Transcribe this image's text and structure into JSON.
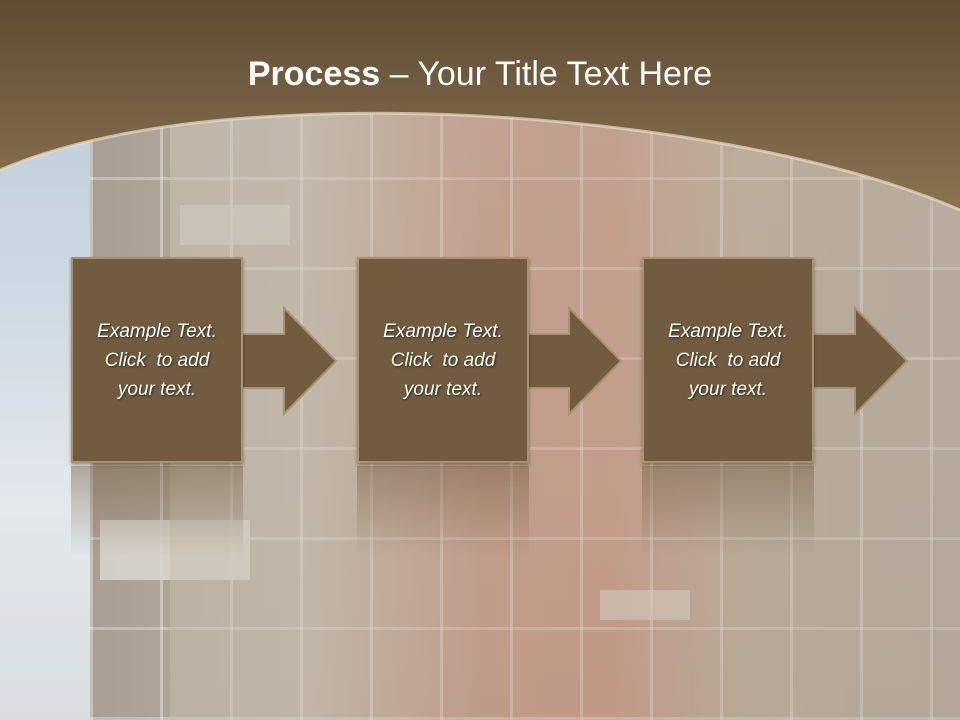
{
  "title": {
    "bold": "Process",
    "rest": " – Your Title Text Here"
  },
  "steps": [
    {
      "line1": "Example Text.",
      "line2": "Click  to add",
      "line3": "your text."
    },
    {
      "line1": "Example Text.",
      "line2": "Click  to add",
      "line3": "your text."
    },
    {
      "line1": "Example Text.",
      "line2": "Click  to add",
      "line3": "your text."
    }
  ],
  "colors": {
    "header": "#6f5a3f",
    "box": "#725c3f",
    "box_border": "#a89270",
    "title_text": "#ffffff"
  }
}
